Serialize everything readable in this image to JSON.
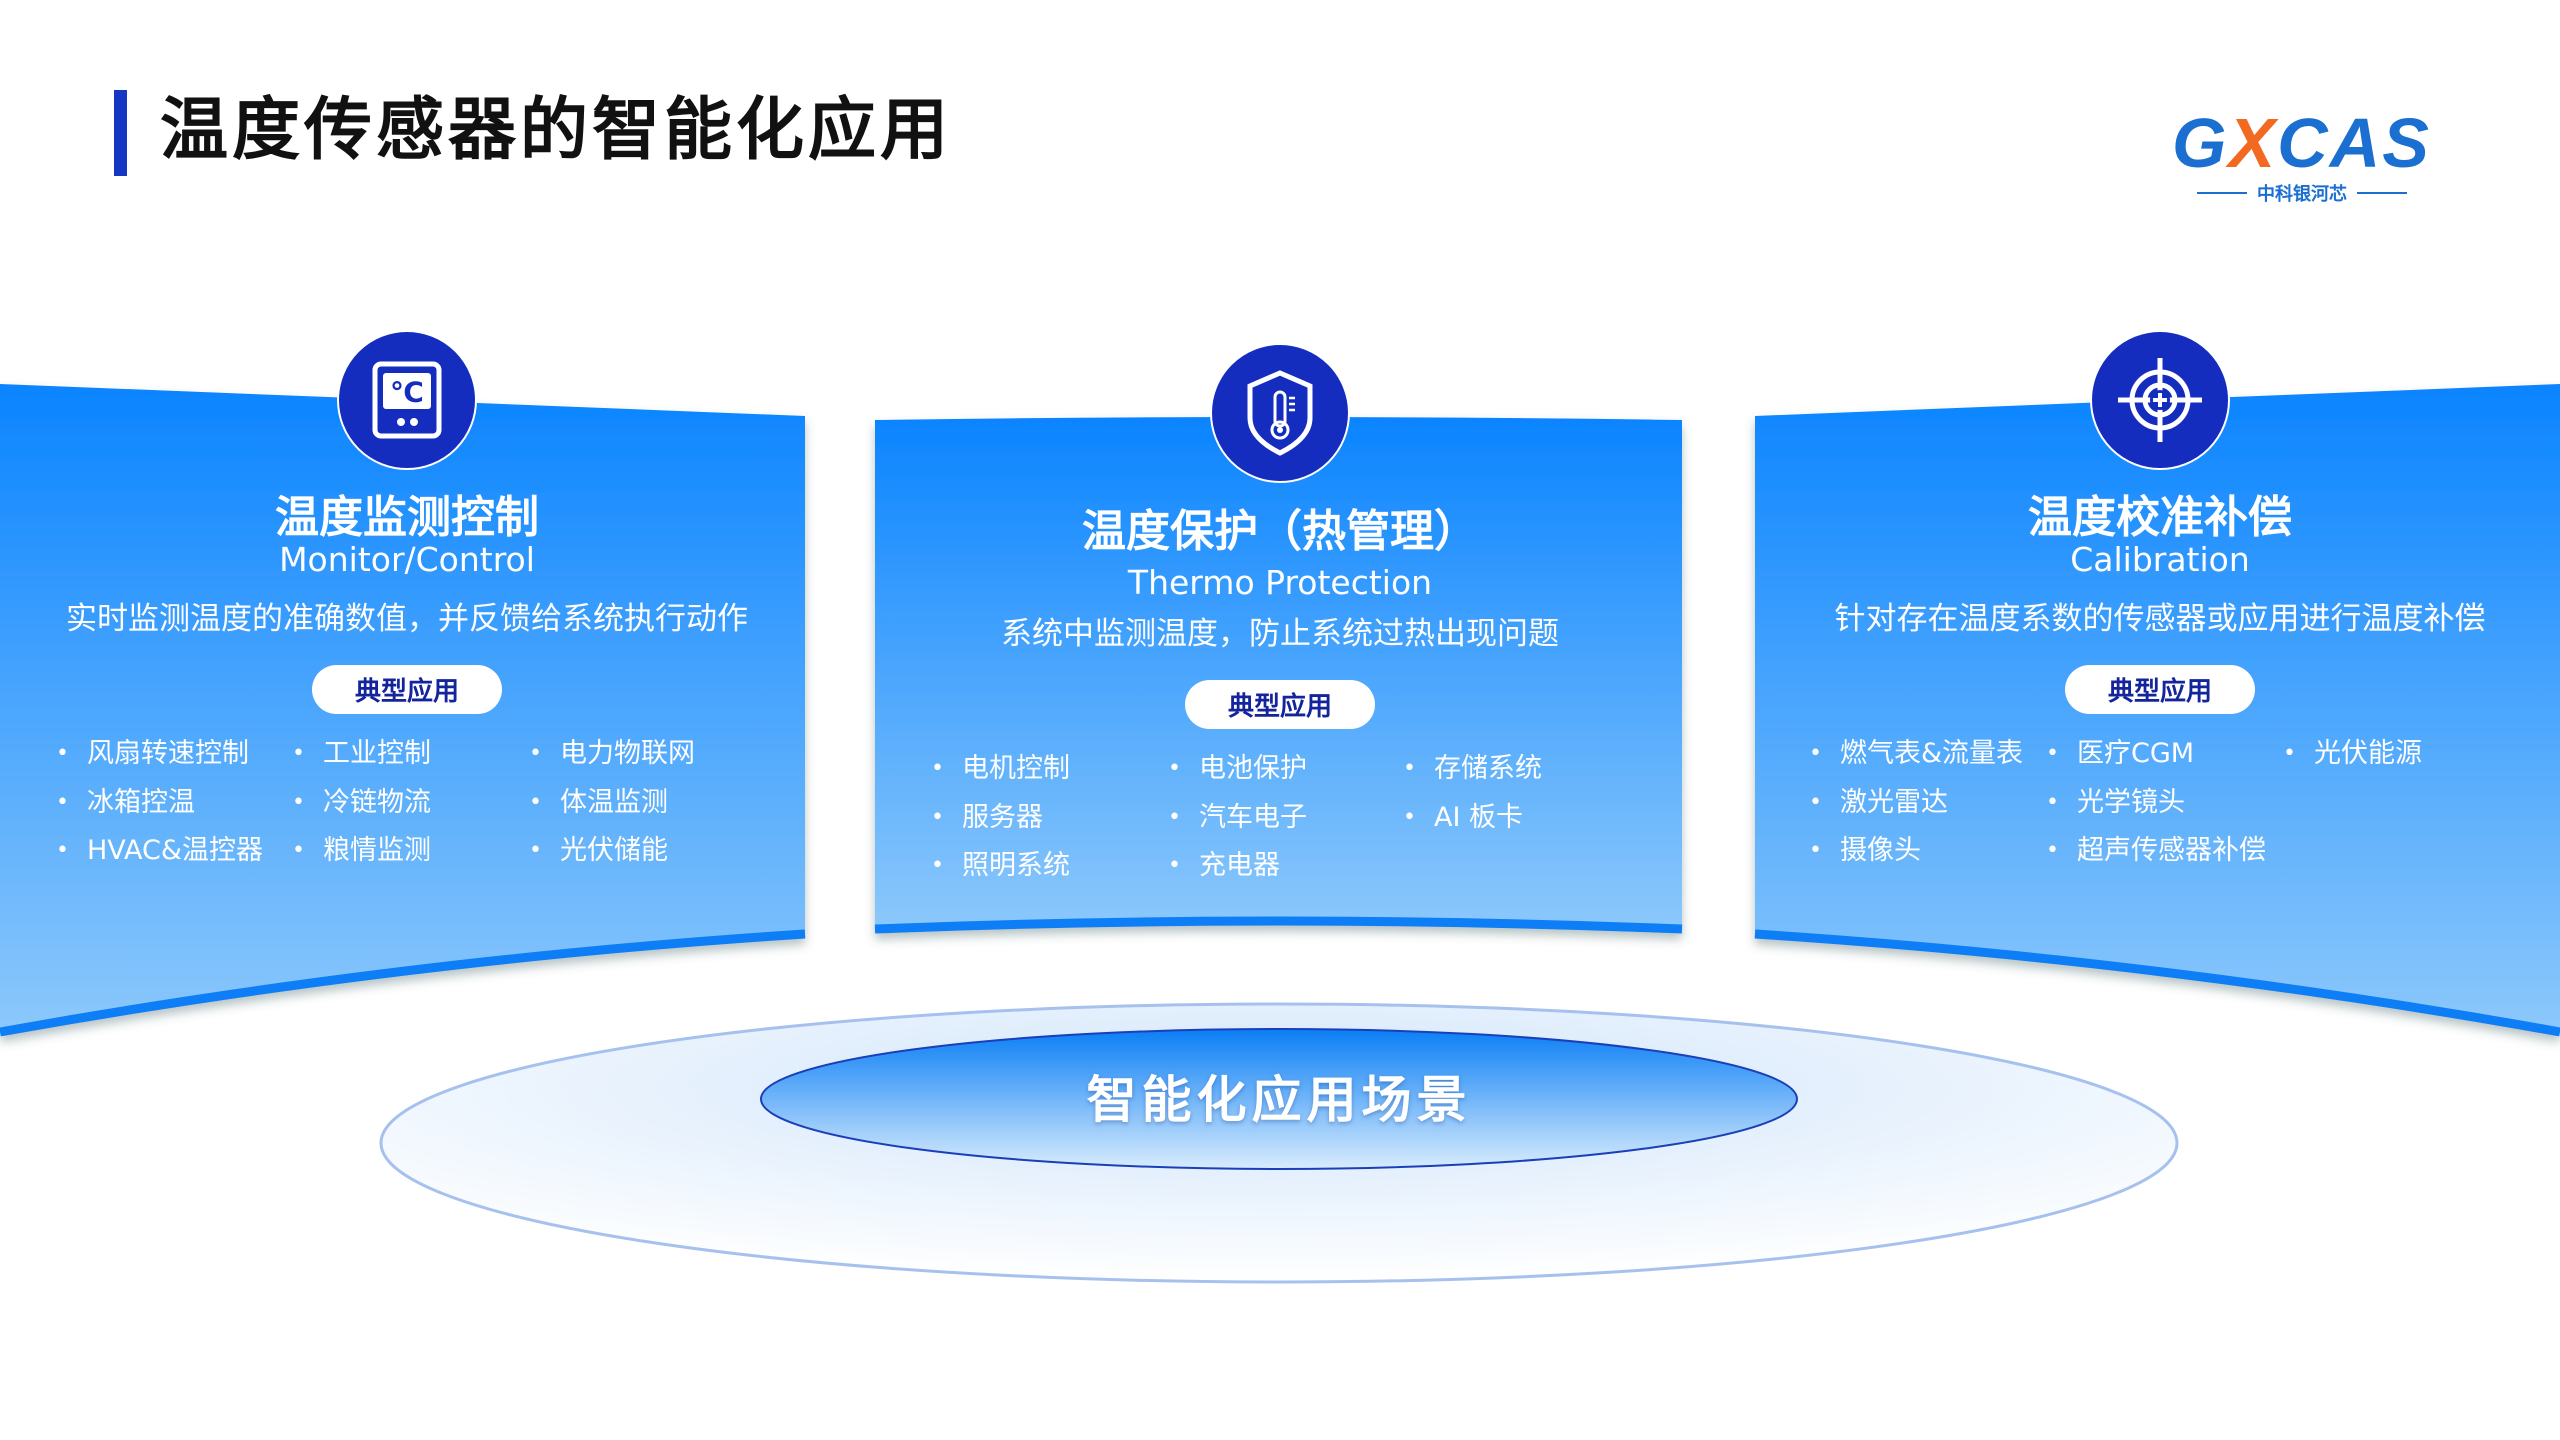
{
  "page": {
    "title": "温度传感器的智能化应用"
  },
  "logo": {
    "word_pre": "G",
    "word_x": "X",
    "word_post": "CAS",
    "subtitle": "中科银河芯"
  },
  "colors": {
    "accent": "#1537c4",
    "panel_top": "#0a84ff",
    "panel_bottom": "#86c4fb",
    "logo_orange": "#f26a21"
  },
  "panels": [
    {
      "icon": "thermometer-display-icon",
      "title": "温度监测控制",
      "subtitle": "Monitor/Control",
      "description": "实时监测温度的准确数值，并反馈给系统执行动作",
      "tag": "典型应用",
      "items": [
        "风扇转速控制",
        "工业控制",
        "电力物联网",
        "冰箱控温",
        "冷链物流",
        "体温监测",
        "HVAC&温控器",
        "粮情监测",
        "光伏储能"
      ]
    },
    {
      "icon": "shield-thermometer-icon",
      "title": "温度保护（热管理）",
      "subtitle": "Thermo Protection",
      "description": "系统中监测温度，防止系统过热出现问题",
      "tag": "典型应用",
      "items": [
        "电机控制",
        "电池保护",
        "存储系统",
        "服务器",
        "汽车电子",
        "AI 板卡",
        "照明系统",
        "充电器"
      ]
    },
    {
      "icon": "crosshair-target-icon",
      "title": "温度校准补偿",
      "subtitle": "Calibration",
      "description": "针对存在温度系数的传感器或应用进行温度补偿",
      "tag": "典型应用",
      "items": [
        "燃气表&流量表",
        "医疗CGM",
        "光伏能源",
        "激光雷达",
        "光学镜头",
        "摄像头",
        "超声传感器补偿"
      ]
    }
  ],
  "center": {
    "label": "智能化应用场景"
  }
}
